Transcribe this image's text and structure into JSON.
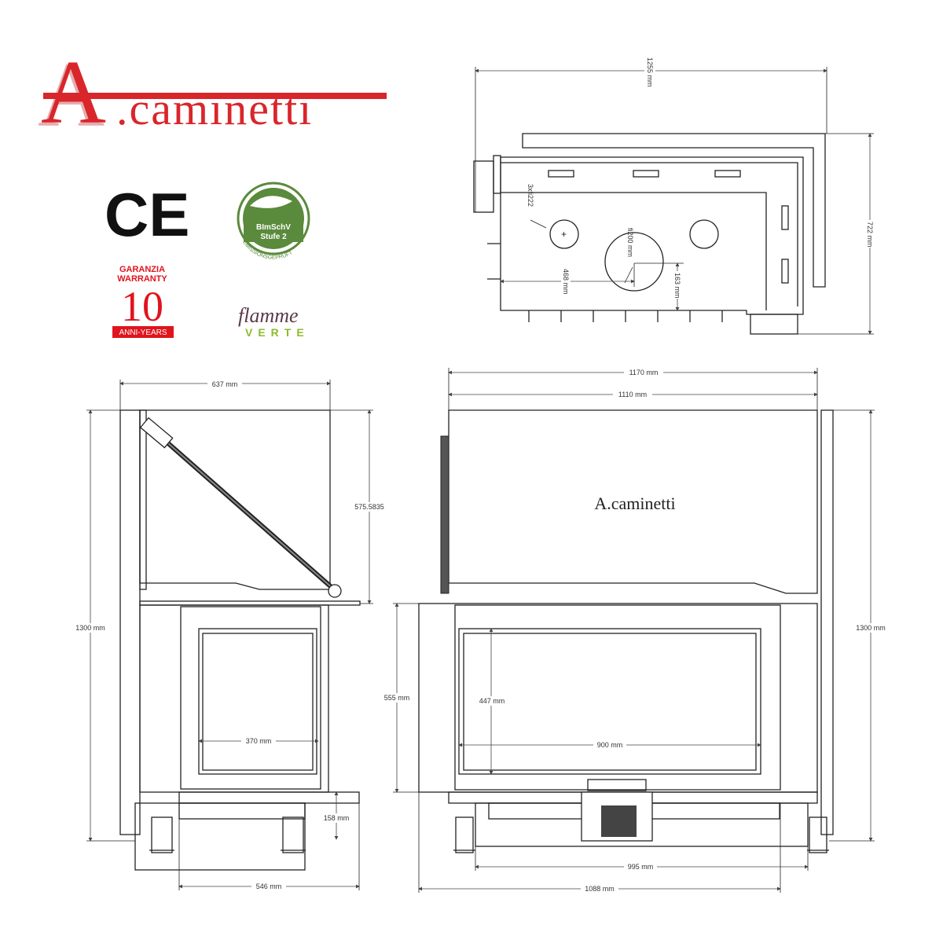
{
  "brand": {
    "logo_text": ".caminetti",
    "logo_initial": "A",
    "color": "#d9262b"
  },
  "badges": {
    "ce": "CE",
    "bimschv_line1": "BImSchV",
    "bimschv_line2": "Stufe 2",
    "bimschv_ring": "EMISSIONSGEPRÜFT",
    "warranty_line1": "GARANZIA",
    "warranty_line2": "WARRANTY",
    "warranty_years": "10",
    "warranty_line3": "ANNI-YEARS",
    "flamme": "flamme",
    "verte": "VERTE",
    "green": "#5a8a3c",
    "lime": "#8dbb2a",
    "red": "#e0141e"
  },
  "top_view": {
    "width": "1255 mm",
    "depth": "722 mm",
    "holes": "3xfi222",
    "flue": "fi200 mm",
    "flue_x": "468 mm",
    "flue_y": "163 mm"
  },
  "side_view": {
    "width": "637 mm",
    "upper_height": "575.5835",
    "total_height": "1300 mm",
    "glass_width": "370 mm",
    "base_height": "158 mm",
    "base_width": "546 mm"
  },
  "front_view": {
    "outer_width": "1170 mm",
    "body_width": "1110 mm",
    "door_height": "555 mm",
    "glass_height": "447 mm",
    "glass_width": "900 mm",
    "total_height": "1300 mm",
    "feet_width": "995 mm",
    "door_width": "1088 mm",
    "logo": "A.caminetti"
  }
}
